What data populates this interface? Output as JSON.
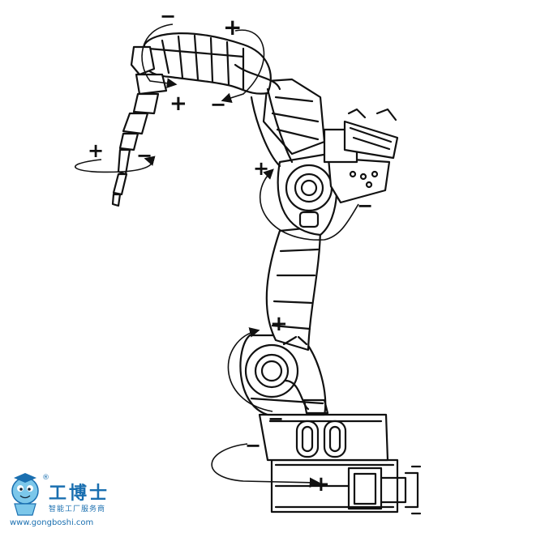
{
  "joint_signs": {
    "j1_plus": "+",
    "j1_minus": "−",
    "j2_plus": "+",
    "j2_minus": "−",
    "j3_plus": "+",
    "j3_minus": "−",
    "j4_plus": "+",
    "j4_minus": "−",
    "j5_plus": "+",
    "j5_minus": "−",
    "j6_plus": "+",
    "j6_minus": "−"
  },
  "watermark": {
    "brand": "工博士",
    "tagline": "智能工厂服务商",
    "url": "www.gongboshi.com",
    "registered": "®"
  },
  "colors": {
    "line": "#111111",
    "brand": "#1a6fb0"
  }
}
